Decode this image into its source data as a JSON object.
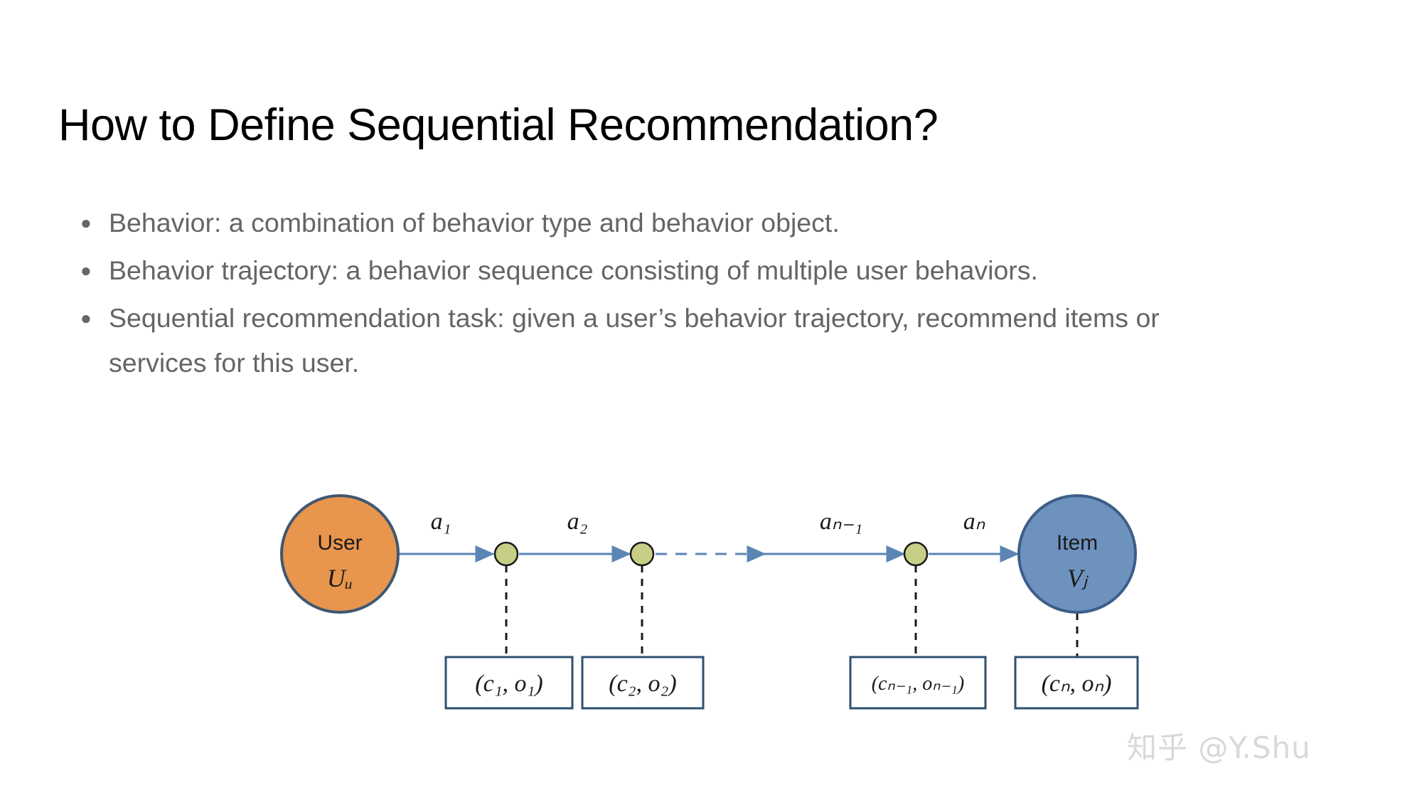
{
  "slide": {
    "title": "How to Define Sequential Recommendation?",
    "background_color": "#ffffff",
    "title_color": "#000000",
    "body_text_color": "#656565"
  },
  "bullets": [
    {
      "marker": "●",
      "text": "Behavior: a combination of behavior type and behavior object."
    },
    {
      "marker": "●",
      "text": "Behavior trajectory: a behavior sequence consisting of multiple user behaviors."
    },
    {
      "marker": "●",
      "text": "Sequential recommendation task: given a user’s behavior trajectory, recommend items or services for this user."
    }
  ],
  "diagram": {
    "colors": {
      "user_fill": "#E8954E",
      "user_stroke": "#3F5770",
      "item_fill": "#6E92BE",
      "item_stroke": "#3C5E88",
      "action_node_fill": "#C6CF85",
      "action_node_stroke": "#1a1a1a",
      "arrow": "#5B85B5",
      "box_stroke": "#2E5072",
      "box_fill": "#ffffff",
      "dash": "#1a1a1a"
    },
    "user_node": {
      "title": "User",
      "subscript": "Uᵤ"
    },
    "item_node": {
      "title": "Item",
      "subscript": "Vⱼ"
    },
    "edge_labels": [
      "a₁",
      "a₂",
      "aₙ₋₁",
      "aₙ"
    ],
    "behavior_boxes": [
      "(c₁, o₁)",
      "(c₂, o₂)",
      "(cₙ₋₁, oₙ₋₁)",
      "(cₙ, oₙ)"
    ]
  },
  "watermark": {
    "text": "知乎 @Y.Shu",
    "color": "#d8d8d8"
  }
}
